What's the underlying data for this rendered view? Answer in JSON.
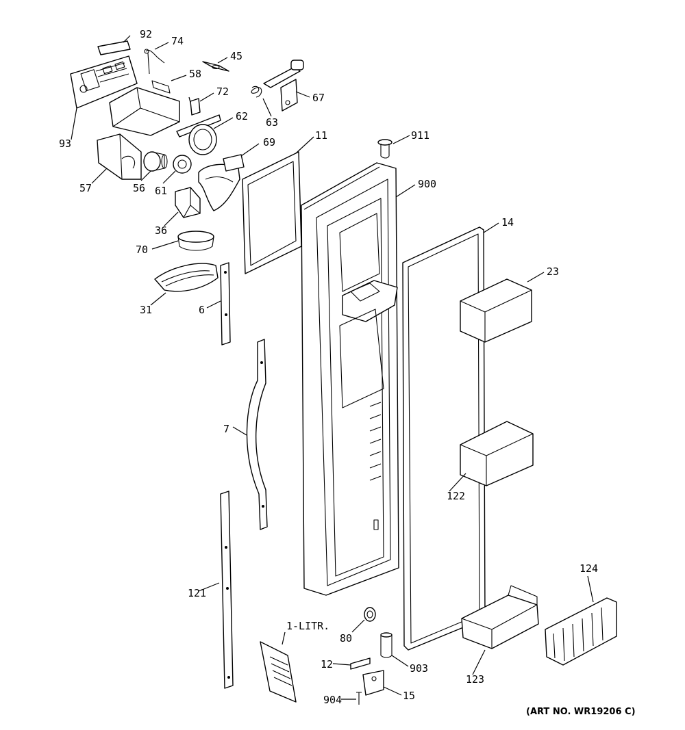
{
  "diagram": {
    "art_number": "(ART NO. WR19206 C)",
    "parts": {
      "p92": "92",
      "p74": "74",
      "p45": "45",
      "p58": "58",
      "p72": "72",
      "p67": "67",
      "p63": "63",
      "p62": "62",
      "p93": "93",
      "p69": "69",
      "p11": "11",
      "p911": "911",
      "p57": "57",
      "p56": "56",
      "p61": "61",
      "p900": "900",
      "p36": "36",
      "p14": "14",
      "p70": "70",
      "p23": "23",
      "p31": "31",
      "p6": "6",
      "p7": "7",
      "p122": "122",
      "p121": "121",
      "p124": "124",
      "p1litr": "1-LITR.",
      "p80": "80",
      "p12": "12",
      "p903": "903",
      "p123": "123",
      "p904": "904",
      "p15": "15"
    }
  }
}
